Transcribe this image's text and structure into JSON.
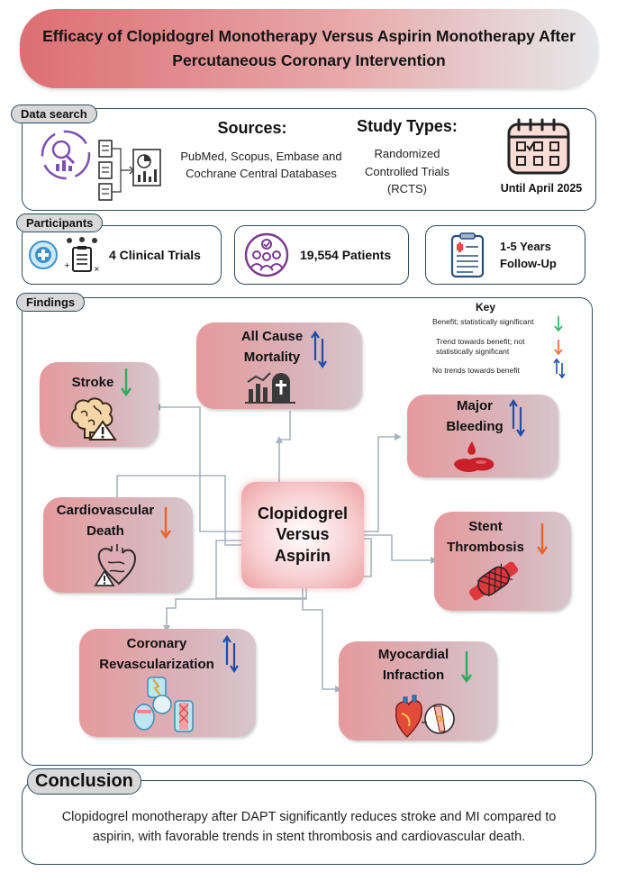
{
  "title": "Efficacy of Clopidogrel Monotherapy Versus Aspirin Monotherapy After Percutaneous Coronary Intervention",
  "data_search": {
    "tab": "Data search",
    "sources_title": "Sources:",
    "sources_text": "PubMed, Scopus, Embase and Cochrane Central Databases",
    "study_types_title": "Study Types:",
    "study_types_text": "Randomized Controlled Trials (RCTS)",
    "until": "Until April 2025"
  },
  "participants": {
    "tab": "Participants",
    "trials": "4 Clinical Trials",
    "patients": "19,554 Patients",
    "followup": "1-5 Years Follow-Up"
  },
  "findings": {
    "tab": "Findings",
    "center": "Clopidogrel Versus Aspirin",
    "key": {
      "title": "Key",
      "benefit": "Benefit; statistically significant",
      "trend": "Trend towards benefit; not statistically significant",
      "none": "No trends towards benefit"
    },
    "outcomes": {
      "mortality": "All Cause Mortality",
      "stroke": "Stroke",
      "bleeding": "Major Bleeding",
      "cv_death": "Cardiovascular Death",
      "stent": "Stent Thrombosis",
      "revasc": "Coronary Revascularization",
      "mi": "Myocardial Infraction"
    }
  },
  "conclusion": {
    "tab": "Conclusion",
    "text": "Clopidogrel monotherapy after DAPT significantly reduces stroke and MI compared to aspirin, with favorable trends in stent thrombosis and cardiovascular death."
  },
  "colors": {
    "benefit": "#2eaa5c",
    "trend": "#e5642c",
    "none": "#1f4ea8",
    "panel_border": "#2b4f5b",
    "connector": "#a7b4bd"
  }
}
